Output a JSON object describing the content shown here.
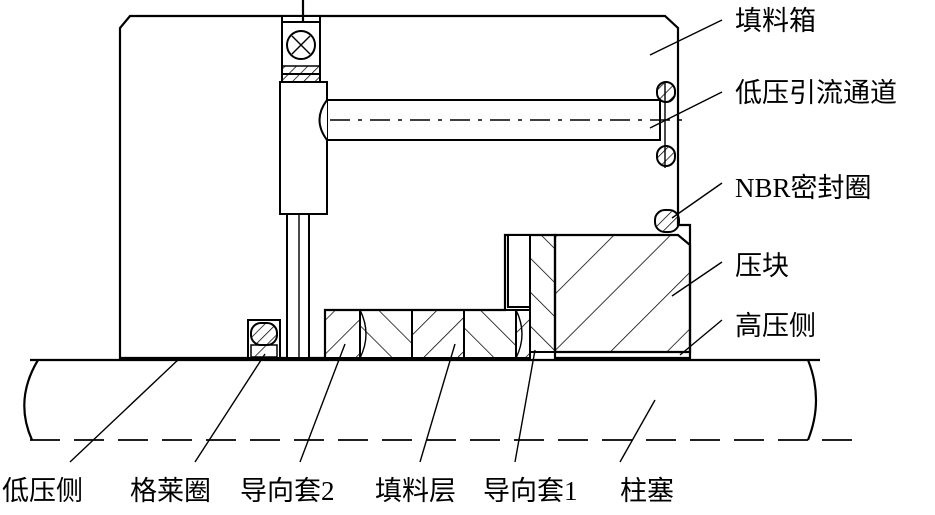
{
  "labels": {
    "packing_box": "填料箱",
    "low_pressure_channel": "低压引流通道",
    "nbr_seal": "NBR密封圈",
    "press_block": "压块",
    "high_pressure_side": "高压侧",
    "low_pressure_side": "低压侧",
    "glyd_ring": "格莱圈",
    "guide_sleeve_2": "导向套2",
    "packing_layer": "填料层",
    "guide_sleeve_1": "导向套1",
    "plunger": "柱塞"
  }
}
